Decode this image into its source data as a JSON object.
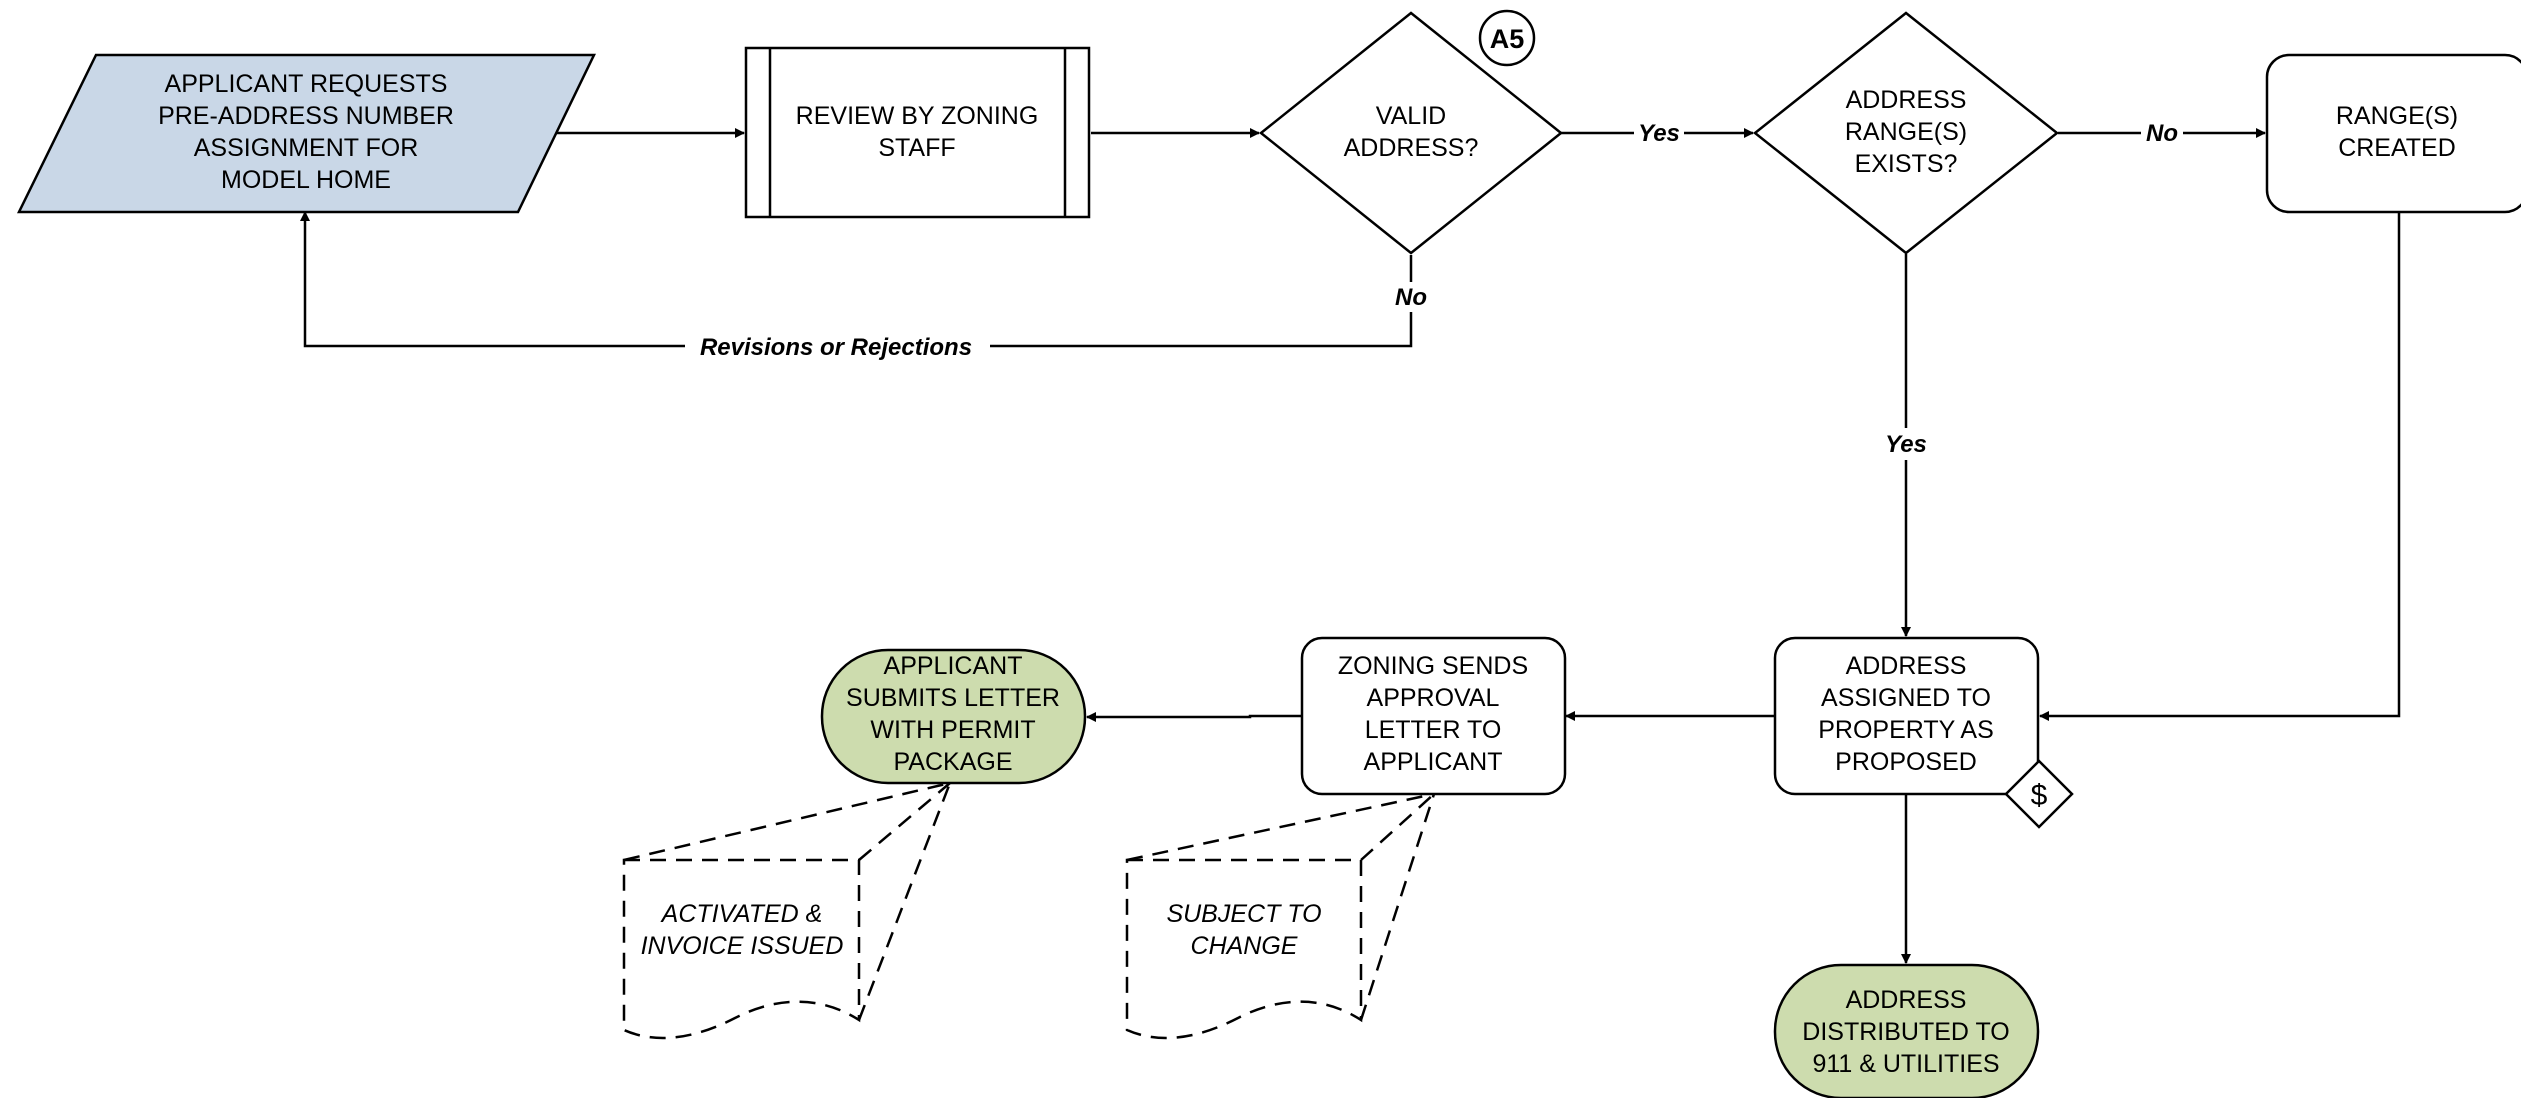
{
  "colors": {
    "input_fill": "#c9d7e7",
    "terminal_fill": "#cddcae",
    "process_fill": "#ffffff",
    "stroke": "#000000"
  },
  "nodes": {
    "applicant_request": {
      "lines": [
        "APPLICANT REQUESTS",
        "PRE-ADDRESS NUMBER",
        "ASSIGNMENT FOR",
        "MODEL HOME"
      ]
    },
    "review_zoning": {
      "lines": [
        "REVIEW BY ZONING",
        "STAFF"
      ]
    },
    "valid_address": {
      "lines": [
        "VALID",
        "ADDRESS?"
      ]
    },
    "range_exists": {
      "lines": [
        "ADDRESS",
        "RANGE(S)",
        "EXISTS?"
      ]
    },
    "range_created": {
      "lines": [
        "RANGE(S)",
        "CREATED"
      ]
    },
    "address_assigned": {
      "lines": [
        "ADDRESS",
        "ASSIGNED TO",
        "PROPERTY AS",
        "PROPOSED"
      ]
    },
    "zoning_sends": {
      "lines": [
        "ZONING SENDS",
        "APPROVAL",
        "LETTER TO",
        "APPLICANT"
      ]
    },
    "applicant_submits": {
      "lines": [
        "APPLICANT",
        "SUBMITS LETTER",
        "WITH PERMIT",
        "PACKAGE"
      ]
    },
    "address_distributed": {
      "lines": [
        "ADDRESS",
        "DISTRIBUTED TO",
        "911 & UTILITIES"
      ]
    }
  },
  "badges": {
    "reference": "A5",
    "fee": "$"
  },
  "edge_labels": {
    "valid_yes": "Yes",
    "valid_no": "No",
    "revisions": "Revisions or Rejections",
    "range_no": "No",
    "range_yes": "Yes"
  },
  "annotations": {
    "activated": {
      "lines": [
        "ACTIVATED &",
        "INVOICE ISSUED"
      ]
    },
    "subject_change": {
      "lines": [
        "SUBJECT TO",
        "CHANGE"
      ]
    }
  }
}
